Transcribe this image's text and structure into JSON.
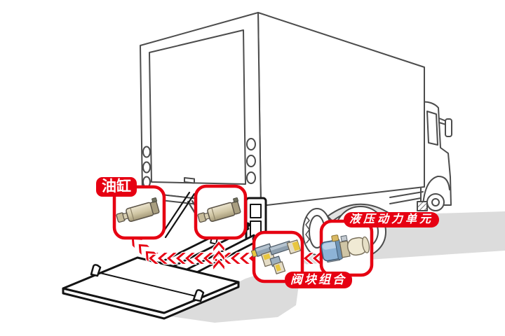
{
  "colors": {
    "accent_red": "#e60012",
    "ground_shadow": "#dcdcdc",
    "truck_outline": "#4c4c4c",
    "mechanism_outline": "#141414",
    "cylinder_tan": "#cfc5a3",
    "valve_yellow": "#e8c63e",
    "valve_blue_gray": "#93a5b5",
    "valve_cream": "#e4dcc6",
    "motor_blue": "#8db3d6",
    "tank_cream": "#f0ead4"
  },
  "labels": {
    "oil_cylinder": "油缸",
    "valve_block": "阀块组合",
    "power_unit": "液压动力单元"
  },
  "callouts": [
    {
      "id": "cylinder-left",
      "component": "hydraulic-cylinder",
      "label": "油缸"
    },
    {
      "id": "cylinder-right",
      "component": "hydraulic-cylinder",
      "label": ""
    },
    {
      "id": "valve-block",
      "component": "valve-block-assembly",
      "label": "阀块组合"
    },
    {
      "id": "power-unit",
      "component": "hydraulic-power-unit",
      "label": "液压动力单元"
    }
  ]
}
